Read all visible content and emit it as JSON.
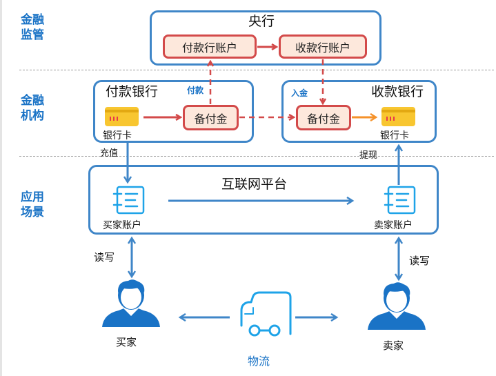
{
  "layers": [
    {
      "label_line1": "金融",
      "label_line2": "监管"
    },
    {
      "label_line1": "金融",
      "label_line2": "机构"
    },
    {
      "label_line1": "应用",
      "label_line2": "场景"
    }
  ],
  "central_bank": {
    "title": "央行",
    "payer_account": "付款行账户",
    "payee_account": "收款行账户"
  },
  "payer_bank": {
    "title": "付款银行",
    "card_label": "银行卡",
    "reserve_label": "备付金",
    "flow_tag": "付款"
  },
  "payee_bank": {
    "title": "收款银行",
    "card_label": "银行卡",
    "reserve_label": "备付金",
    "flow_tag": "入金"
  },
  "flows": {
    "recharge": "充值",
    "withdraw": "提现",
    "buyer_rw": "读写",
    "seller_rw": "读写"
  },
  "platform": {
    "title": "互联网平台",
    "buyer_account": "买家账户",
    "seller_account": "卖家账户"
  },
  "actors": {
    "buyer": "买家",
    "seller": "卖家",
    "logistics": "物流"
  },
  "colors": {
    "blue_box": "#3f86c8",
    "red_box": "#d34a4a",
    "red_fill": "#fde8dc",
    "orange_arrow": "#f5922a",
    "icon_cyan": "#1ea3e8",
    "person_blue": "#1a73c6",
    "card_yellow": "#f8c630"
  }
}
